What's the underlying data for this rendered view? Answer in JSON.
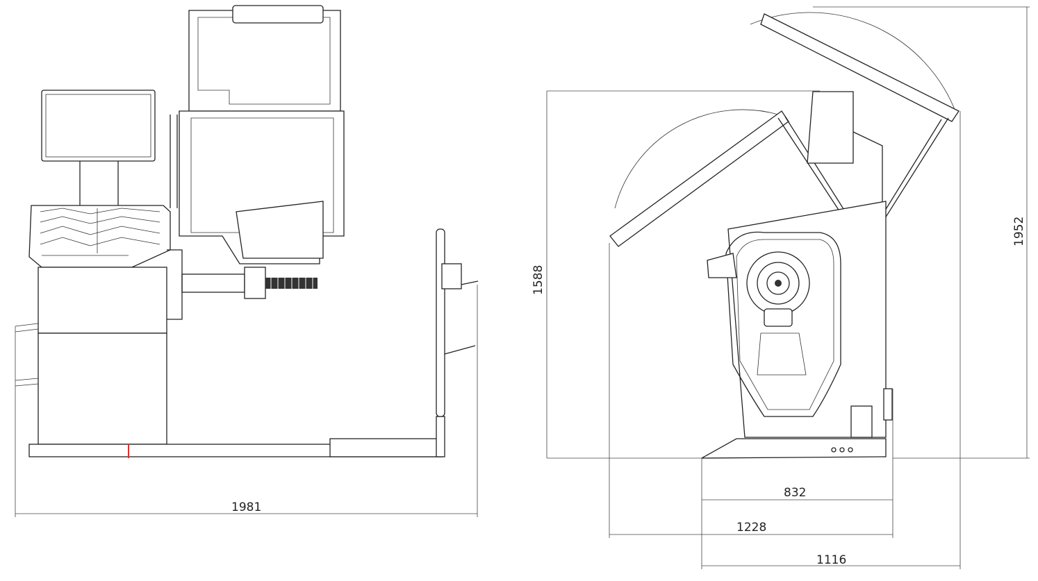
{
  "dimensions": {
    "front_width": "1981",
    "side_height_closed": "1588",
    "side_height_open": "1952",
    "side_base_depth": "832",
    "side_depth_guard": "1228",
    "side_depth_total": "1116"
  },
  "colors": {
    "line": "#222222",
    "marker": "#e03030"
  }
}
